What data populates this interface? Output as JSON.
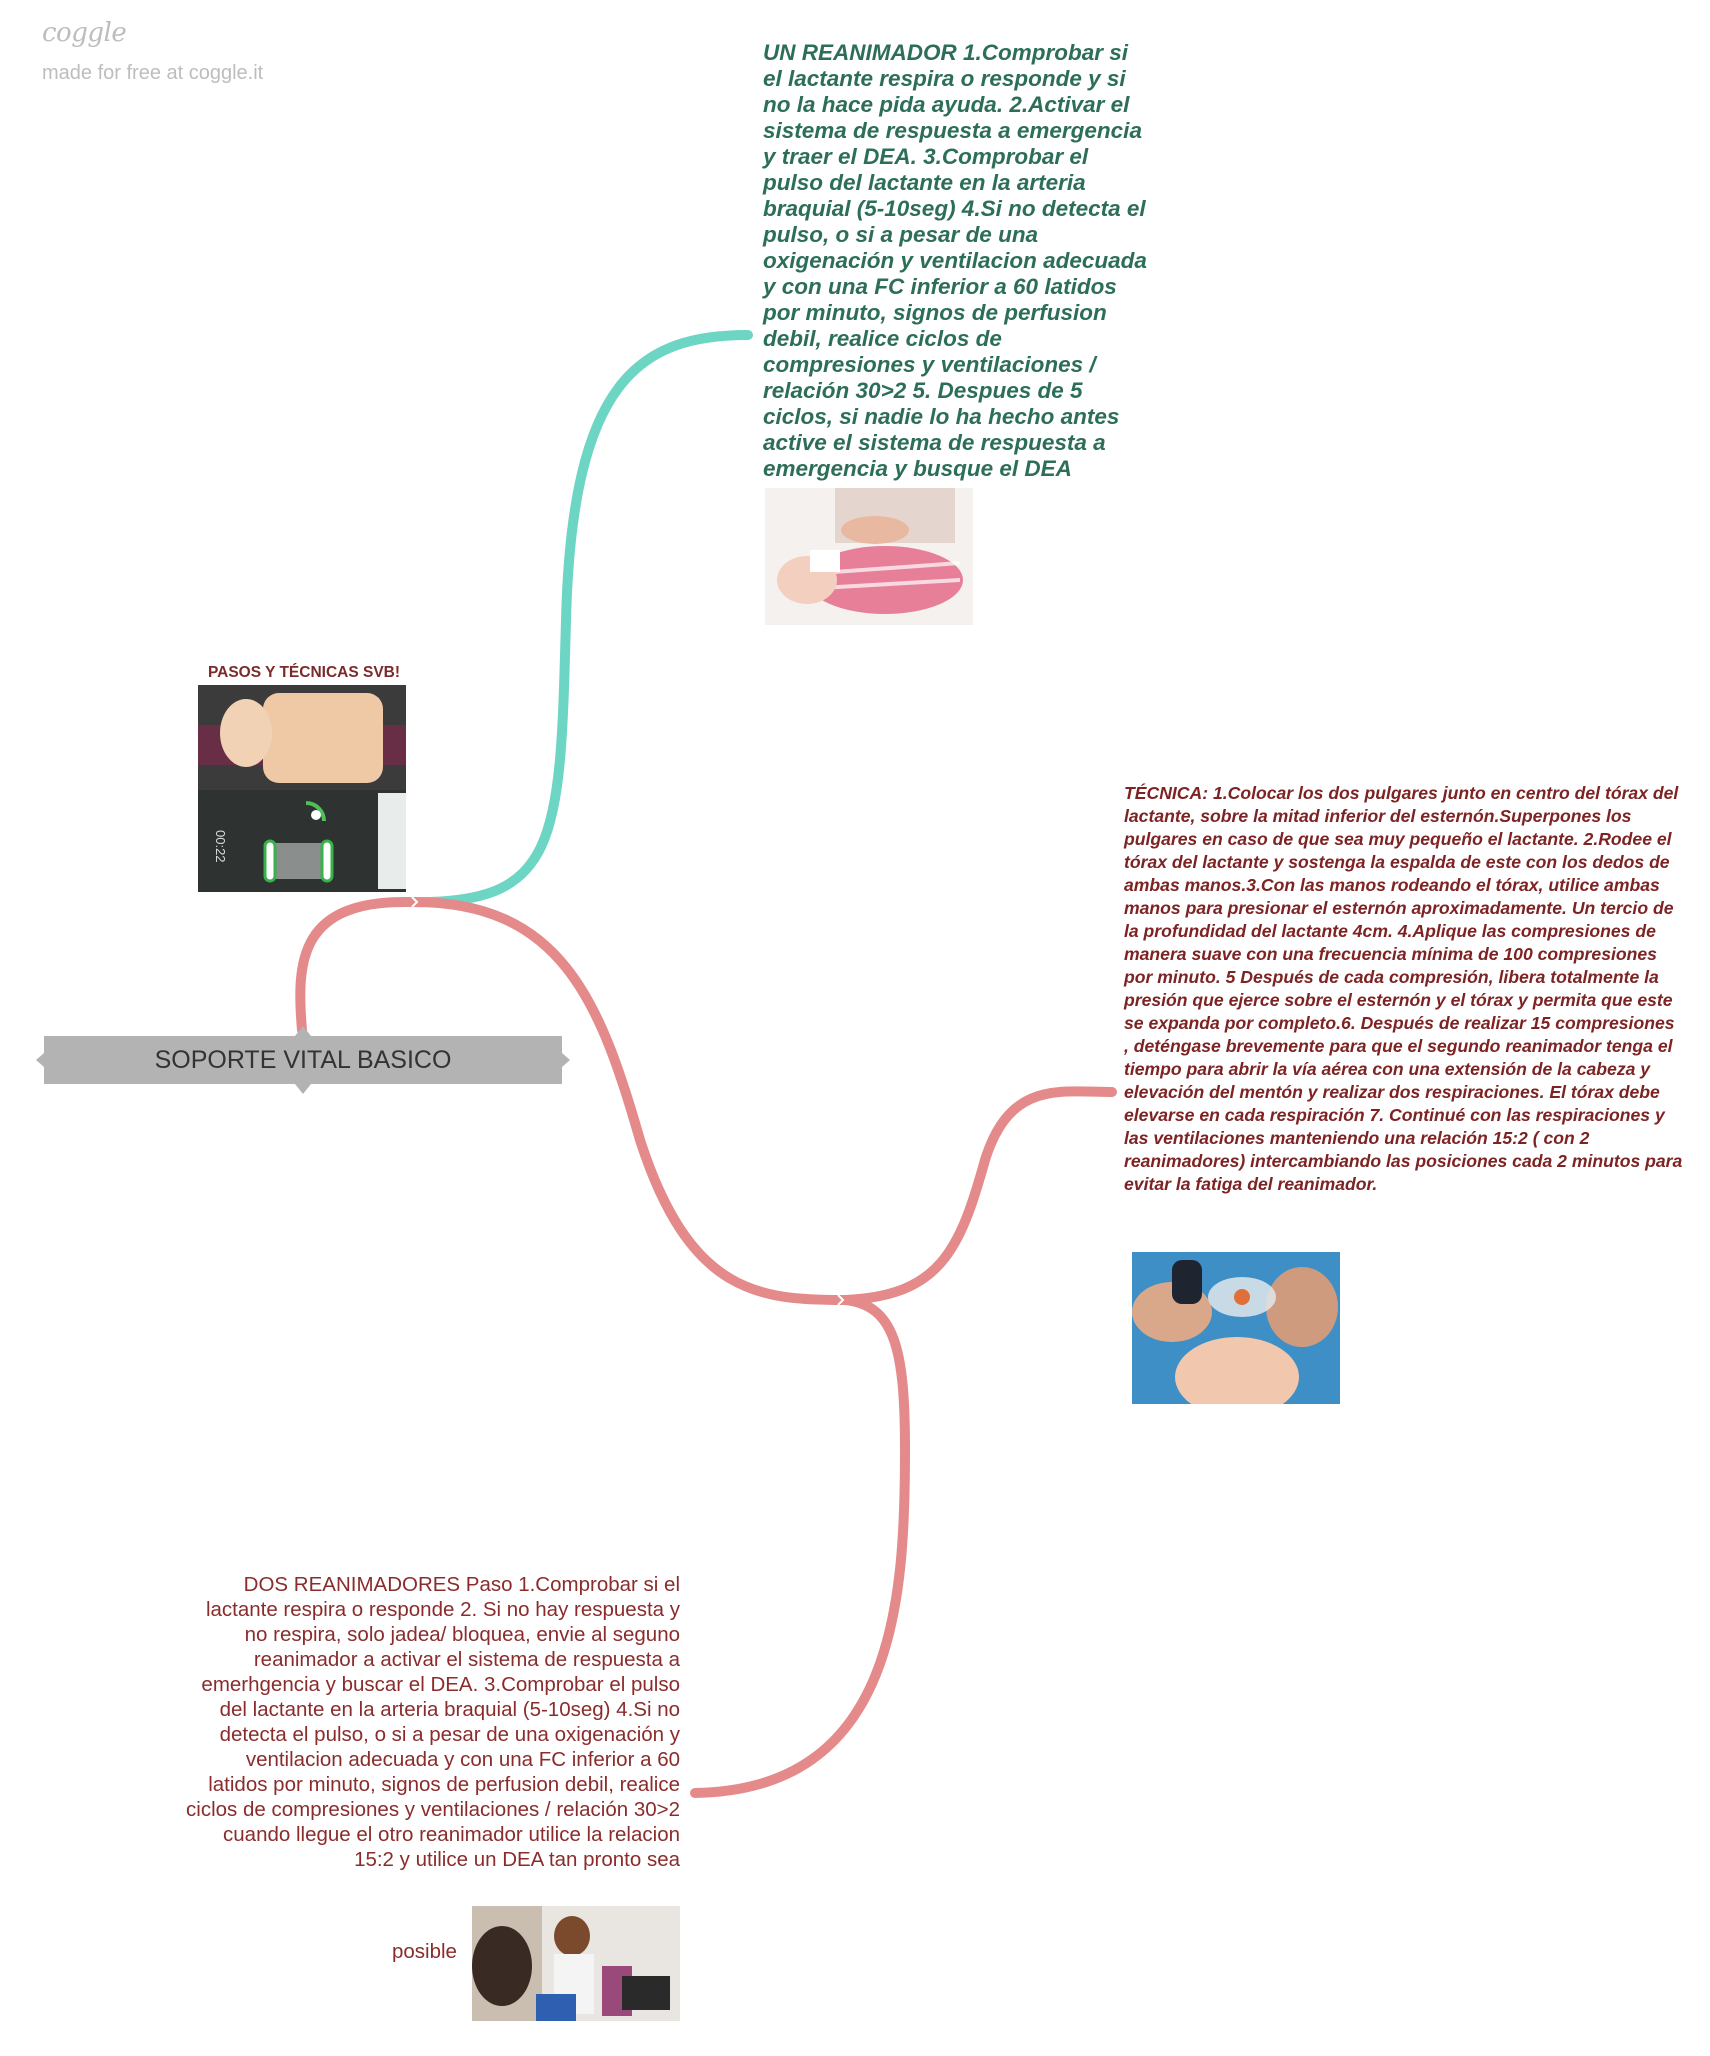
{
  "branding": {
    "logo": "coggle",
    "tagline": "made for free at coggle.it"
  },
  "colors": {
    "teal_branch": "#6dd5c4",
    "red_branch": "#e58a8a",
    "root_fill": "#b3b3b3",
    "teal_text": "#2d6e5a",
    "red_text": "#7d2323"
  },
  "root": {
    "label": "SOPORTE VITAL BASICO"
  },
  "nodes": {
    "pasos": {
      "title": "PASOS Y TÉCNICAS SVB!",
      "image": "cpr-manikin-monitor-photo"
    },
    "un_reanimador": {
      "text": "UN REANIMADOR 1.Comprobar si el lactante respira o responde y si no la hace pida ayuda. 2.Activar el sistema de respuesta a emergencia y traer el DEA. 3.Comprobar el pulso del lactante en la arteria braquial (5-10seg) 4.Si no detecta el pulso, o si a pesar de una oxigenación y ventilacion adecuada y con una FC inferior a 60 latidos por minuto, signos de perfusion debil, realice ciclos de compresiones y ventilaciones / relación 30>2 5. Despues de 5 ciclos, si nadie lo ha hecho antes active el sistema de respuesta a emergencia y busque el DEA",
      "image": "infant-cpr-photo"
    },
    "tecnica": {
      "text": "TÉCNICA: 1.Colocar los dos pulgares junto en centro del tórax del lactante, sobre la mitad inferior del esternón.Superpones los pulgares en caso de que sea muy pequeño el lactante. 2.Rodee el tórax del lactante y sostenga la espalda de este con los dedos de ambas manos.3.Con las manos rodeando el tórax, utilice ambas manos para presionar el esternón aproximadamente. Un tercio de la profundidad del lactante 4cm. 4.Aplique las compresiones de manera suave con una frecuencia mínima de 100 compresiones por minuto. 5 Después de cada compresión, libera totalmente la presión que ejerce sobre el esternón y el tórax y permita que este se expanda por completo.6. Después de realizar 15 compresiones , deténgase brevemente para que el segundo reanimador tenga el tiempo para abrir la vía aérea con una extensión de la cabeza y elevación del mentón y realizar dos respiraciones. El tórax debe elevarse en cada respiración 7. Continué con las respiraciones y las ventilaciones manteniendo una relación 15:2 ( con 2 reanimadores) intercambiando las posiciones cada 2 minutos para evitar la fatiga del reanimador.",
      "image": "infant-bag-mask-photo"
    },
    "dos_reanimadores": {
      "text": "DOS REANIMADORES Paso 1.Comprobar si el lactante respira o responde 2. Si no hay respuesta y no respira, solo jadea/ bloquea, envie al seguno reanimador a activar el sistema de respuesta a emerhgencia y buscar el DEA. 3.Comprobar el pulso del lactante en la arteria braquial (5-10seg) 4.Si no detecta el pulso, o si a pesar de una oxigenación y ventilacion adecuada y con una FC inferior a 60 latidos por minuto, signos de perfusion debil, realice ciclos de compresiones y ventilaciones / relación 30>2 cuando llegue el otro reanimador utilice la relacion 15:2 y utilice un DEA tan pronto sea",
      "trailing": "posible",
      "image": "cpr-training-class-photo"
    }
  }
}
